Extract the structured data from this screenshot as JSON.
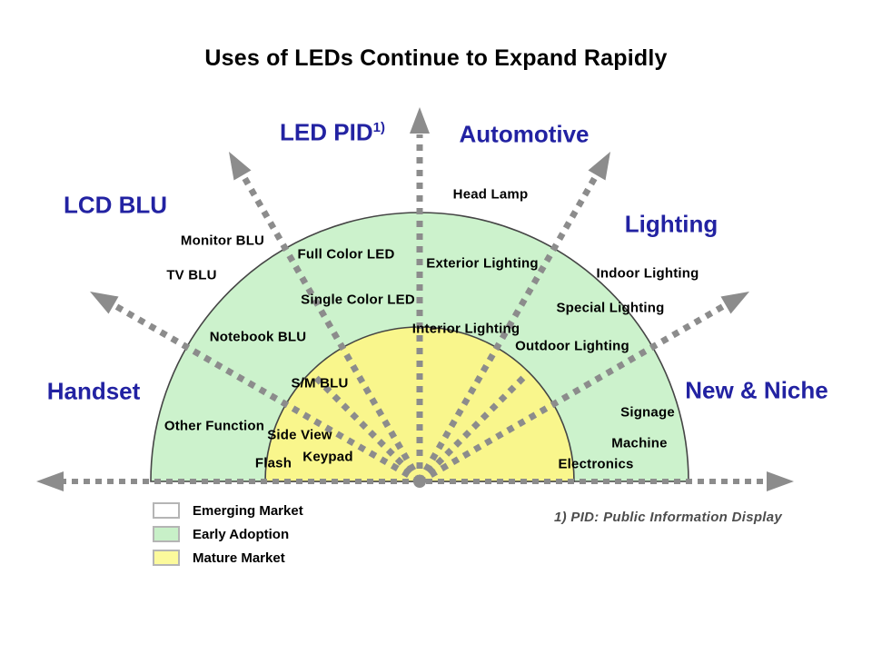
{
  "title": "Uses of LEDs Continue to Expand Rapidly",
  "diagram": {
    "categories": {
      "lcd_blu": "LCD BLU",
      "led_pid": "LED PID",
      "led_pid_superscript": "1)",
      "automotive": "Automotive",
      "lighting": "Lighting",
      "handset": "Handset",
      "new_niche": "New & Niche"
    },
    "items": {
      "head_lamp": "Head Lamp",
      "monitor_blu": "Monitor BLU",
      "tv_blu": "TV BLU",
      "full_color_led": "Full Color LED",
      "exterior_lighting": "Exterior Lighting",
      "single_color_led": "Single Color LED",
      "indoor_lighting": "Indoor Lighting",
      "special_lighting": "Special Lighting",
      "notebook_blu": "Notebook BLU",
      "interior_lighting": "Interior Lighting",
      "outdoor_lighting": "Outdoor Lighting",
      "sm_blu": "S/M BLU",
      "signage": "Signage",
      "other_function": "Other Function",
      "side_view": "Side View",
      "machine": "Machine",
      "keypad": "Keypad",
      "flash": "Flash",
      "electronics": "Electronics"
    },
    "colors": {
      "early_adoption_fill": "#ccf2cc",
      "mature_market_fill": "#f9f68c",
      "emerging_market_fill": "#ffffff",
      "region_outline": "#454545",
      "arrow_gray": "#8c8c8c",
      "category_label": "#2222a2",
      "item_label": "#000000"
    }
  },
  "legend": {
    "entries": [
      {
        "label": "Emerging Market",
        "color": "#ffffff"
      },
      {
        "label": "Early Adoption",
        "color": "#c8f0c8"
      },
      {
        "label": "Mature Market",
        "color": "#fcfa9c"
      }
    ]
  },
  "footnote": "1) PID: Public Information Display"
}
